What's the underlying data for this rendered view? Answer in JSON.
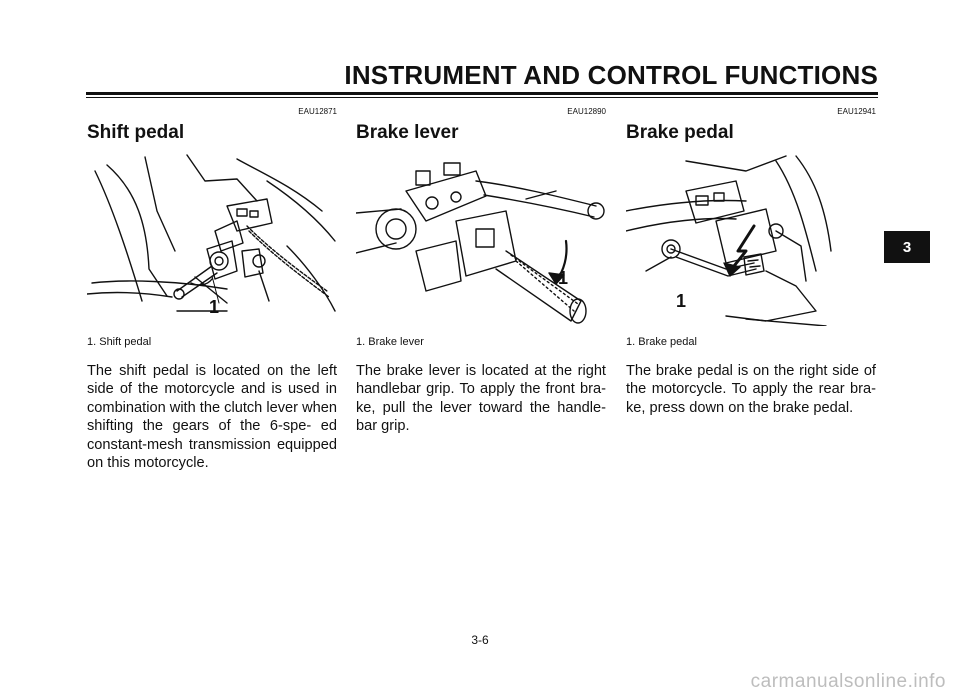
{
  "header": {
    "title": "INSTRUMENT AND CONTROL FUNCTIONS"
  },
  "sections": [
    {
      "code": "EAU12871",
      "title": "Shift pedal",
      "callout": "1",
      "caption": "1. Shift pedal",
      "body": "The shift pedal is located on the left side of the motorcycle and is used in combination with the clutch lever when shifting the gears of the 6-spe- ed constant-mesh transmission equipped on this motorcycle."
    },
    {
      "code": "EAU12890",
      "title": "Brake lever",
      "callout": "1",
      "caption": "1. Brake lever",
      "body": "The brake lever is located at the right handlebar grip. To apply the front bra- ke, pull the lever toward the handle- bar grip."
    },
    {
      "code": "EAU12941",
      "title": "Brake pedal",
      "callout": "1",
      "caption": "1. Brake pedal",
      "body": "The brake pedal is on the right side of the motorcycle. To apply the rear bra- ke, press down on the brake pedal."
    }
  ],
  "chapter_tab": "3",
  "page_number": "3-6",
  "watermark": "carmanualsonline.info"
}
